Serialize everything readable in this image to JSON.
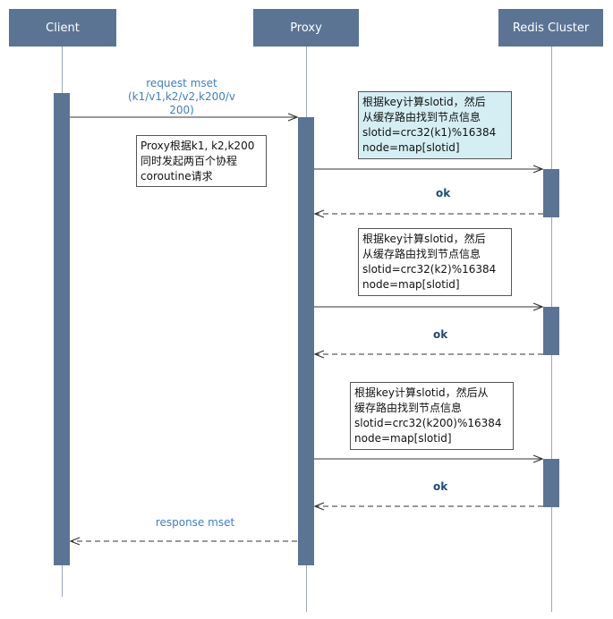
{
  "participants": {
    "client": "Client",
    "proxy": "Proxy",
    "redis": "Redis Cluster"
  },
  "messages": {
    "request_label": "request mset\n(k1/v1,k2/v2,k200/v\n200)",
    "response_label": "response mset",
    "ok1": "ok",
    "ok2": "ok",
    "ok3": "ok"
  },
  "notes": {
    "proxy_note": "Proxy根据k1, k2,k200\n同时发起两百个协程\ncoroutine请求",
    "slot_note_1": "根据key计算slotid，然后\n从缓存路由找到节点信息\nslotid=crc32(k1)%16384\nnode=map[slotid]",
    "slot_note_2": "根据key计算slotid，然后\n从缓存路由找到节点信息\nslotid=crc32(k2)%16384\nnode=map[slotid]",
    "slot_note_3": "根据key计算slotid，然后从\n缓存路由找到节点信息\nslotid=crc32(k200)%16384\nnode=map[slotid]"
  },
  "colors": {
    "participant_fill": "#5b7494",
    "highlight_note": "#d4eef4",
    "message_label": "#3f7fc4"
  }
}
